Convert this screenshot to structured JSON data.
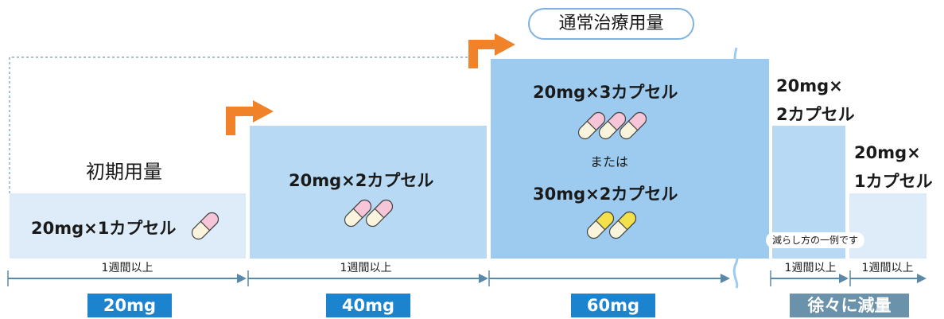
{
  "header": {
    "badge": "通常治療用量"
  },
  "steps": [
    {
      "title": "初期用量",
      "dose": "20mg×1カプセル",
      "period": "1週間以上",
      "label": "20mg"
    },
    {
      "dose": "20mg×2カプセル",
      "period": "1週間以上",
      "label": "40mg"
    },
    {
      "dose_a": "20mg×3カプセル",
      "or": "または",
      "dose_b": "30mg×2カプセル",
      "label": "60mg"
    }
  ],
  "taper": {
    "step1_line1": "20mg×",
    "step1_line2": "2カプセル",
    "step2_line1": "20mg×",
    "step2_line2": "1カプセル",
    "period1": "1週間以上",
    "period2": "1週間以上",
    "note": "減らし方の一例です",
    "label": "徐々に減量"
  },
  "colors": {
    "box_light": "#deecf9",
    "box_mid": "#b8d9f3",
    "box_dark": "#9ccbef",
    "label_blue": "#1c84cf",
    "label_gray": "#6a92ab",
    "arrow_orange": "#f0822a",
    "pill_pink": "#f6c6d8",
    "pill_cream": "#faf4dc",
    "pill_yellow": "#f4e04a"
  }
}
